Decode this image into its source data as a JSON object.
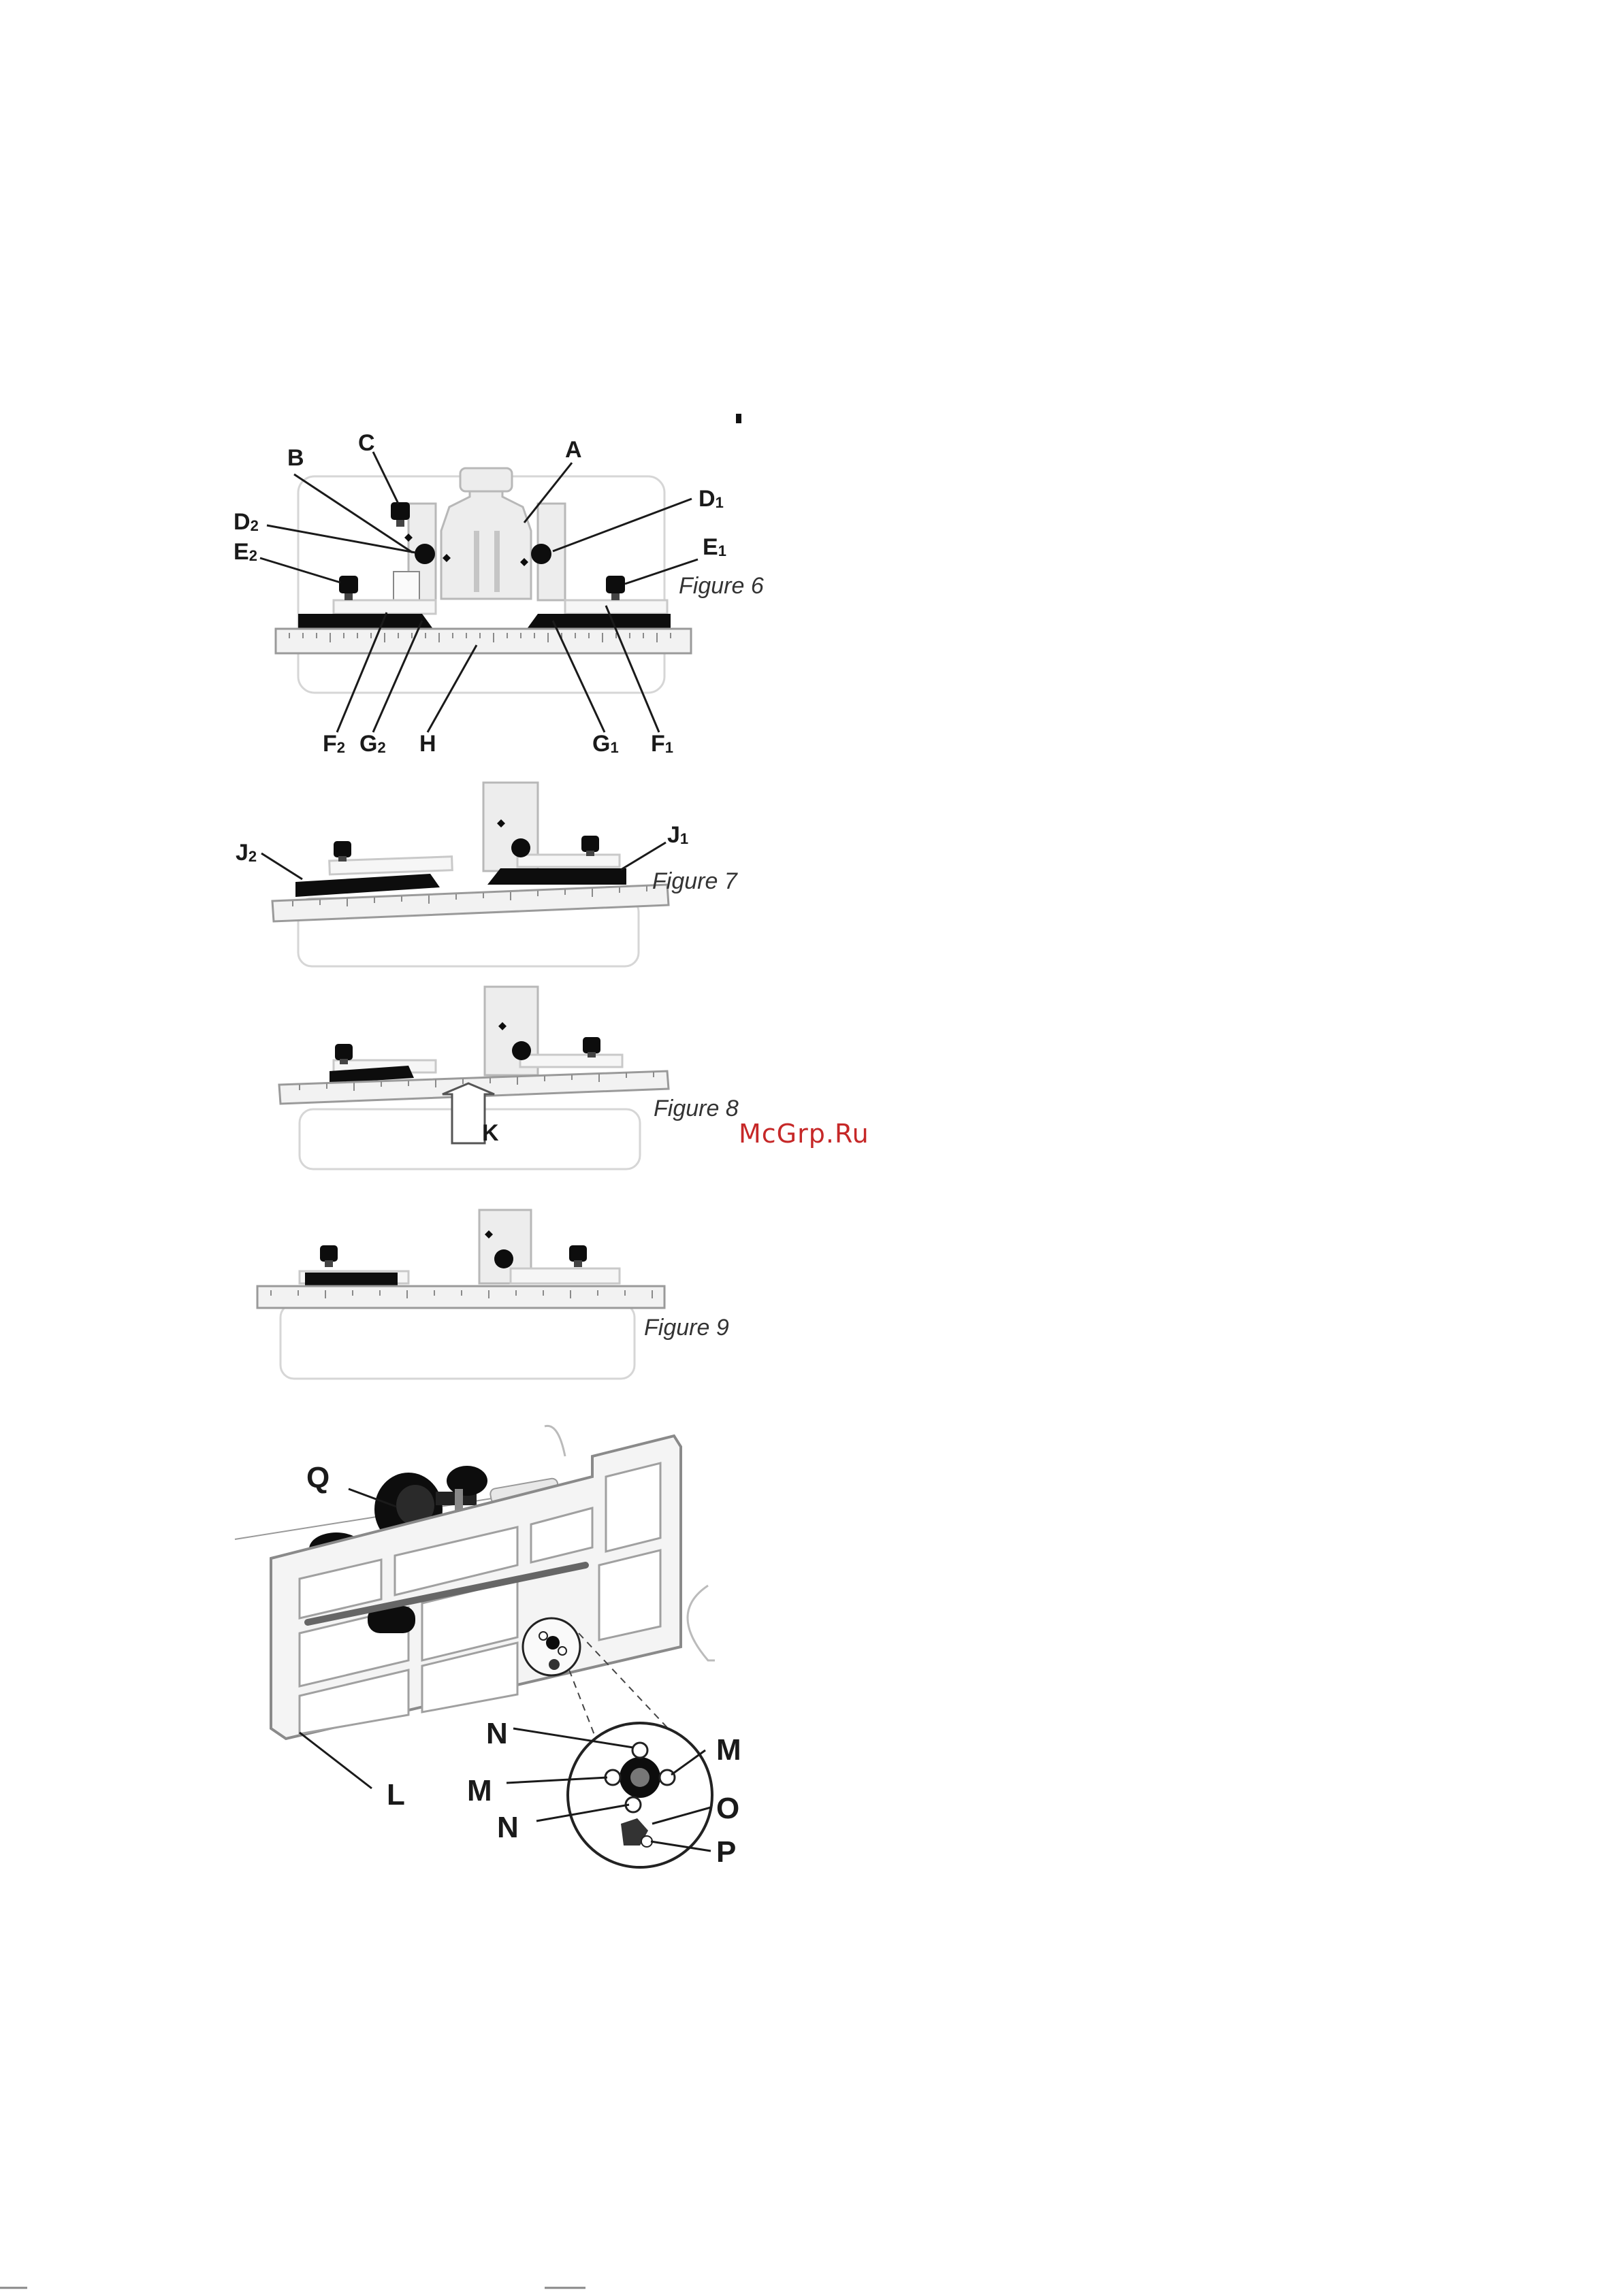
{
  "figure6": {
    "caption": "Figure 6",
    "labels": {
      "A": "A",
      "B": "B",
      "C": "C",
      "D1": "D",
      "D1_sub": "1",
      "D2": "D",
      "D2_sub": "2",
      "E1": "E",
      "E1_sub": "1",
      "E2": "E",
      "E2_sub": "2",
      "F1": "F",
      "F1_sub": "1",
      "F2": "F",
      "F2_sub": "2",
      "G1": "G",
      "G1_sub": "1",
      "G2": "G",
      "G2_sub": "2",
      "H": "H"
    }
  },
  "figure7": {
    "caption": "Figure 7",
    "labels": {
      "J1": "J",
      "J1_sub": "1",
      "J2": "J",
      "J2_sub": "2"
    }
  },
  "figure8": {
    "caption": "Figure 8",
    "labels": {
      "K": "K"
    }
  },
  "figure9": {
    "caption": "Figure 9"
  },
  "figure10": {
    "labels": {
      "Q": "Q",
      "L": "L",
      "M_right": "M",
      "M_left": "M",
      "N_top": "N",
      "N_bottom": "N",
      "O": "O",
      "P": "P"
    }
  },
  "watermark": "McGrp.Ru"
}
